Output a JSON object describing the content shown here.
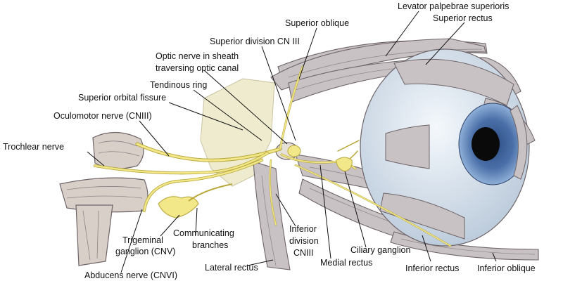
{
  "labels": {
    "levator": "Levator palpebrae superioris",
    "superior_oblique": "Superior oblique",
    "superior_rectus": "Superior rectus",
    "superior_division": "Superior division CN III",
    "optic_nerve_1": "Optic nerve in sheath",
    "optic_nerve_2": "traversing optic canal",
    "tendinous_ring": "Tendinous ring",
    "superior_orbital_fissure": "Superior orbital fissure",
    "oculomotor": "Oculomotor nerve (CNIII)",
    "trochlear": "Trochlear nerve",
    "trigeminal_1": "Trigeminal",
    "trigeminal_2": "ganglion (CNV)",
    "communicating_1": "Communicating",
    "communicating_2": "branches",
    "abducens": "Abducens nerve (CNVI)",
    "lateral_rectus": "Lateral rectus",
    "inferior_division_1": "Inferior",
    "inferior_division_2": "division",
    "inferior_division_3": "CNIII",
    "medial_rectus": "Medial rectus",
    "ciliary_ganglion": "Ciliary ganglion",
    "inferior_rectus": "Inferior rectus",
    "inferior_oblique": "Inferior oblique"
  },
  "colors": {
    "muscle": "#c9c2c4",
    "muscle_stroke": "#6e6468",
    "nerve": "#f2e88a",
    "nerve_stroke": "#b9a83c",
    "globe": "#dde7f1",
    "iris": "#4a6fa8",
    "pupil": "#0a0a0a",
    "bone": "#eeeacc",
    "leader": "#111111"
  }
}
